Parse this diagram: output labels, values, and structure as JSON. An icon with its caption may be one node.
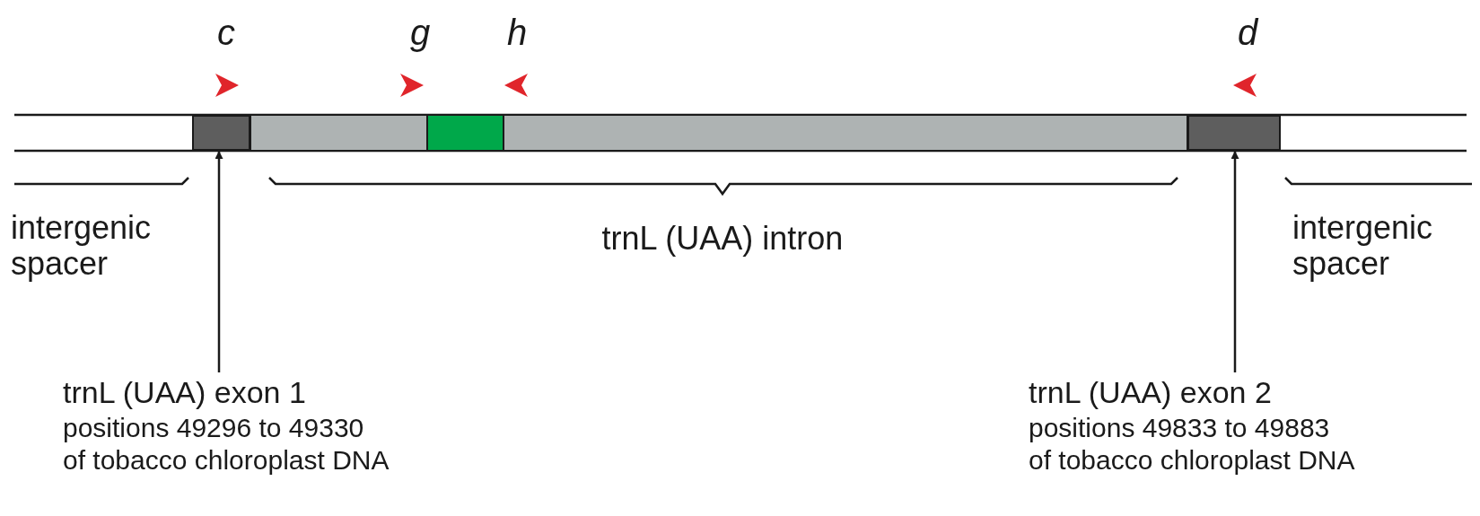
{
  "diagram": {
    "nodes": [
      {
        "text": [],
        "shape": "box"
      },
      {
        "text": [],
        "shape": "box"
      },
      {
        "text": [
          "trnL (UAA) exon 1",
          "positions 49296 to 49330 of tobacco chloroplast DNA"
        ]
      },
      {
        "text": [
          "trnL (UAA) exon 2",
          "positions 49833 to 49883 of tobacco chloroplast DNA"
        ]
      }
    ],
    "edges": [
      {
        "from": 2,
        "to": 0,
        "arrow": "to"
      },
      {
        "from": 3,
        "to": 1,
        "arrow": "to"
      }
    ],
    "labels": [
      "c",
      "g",
      "h",
      "d",
      "intergenic spacer",
      "trnL (UAA) intron",
      "intergenic spacer"
    ]
  }
}
